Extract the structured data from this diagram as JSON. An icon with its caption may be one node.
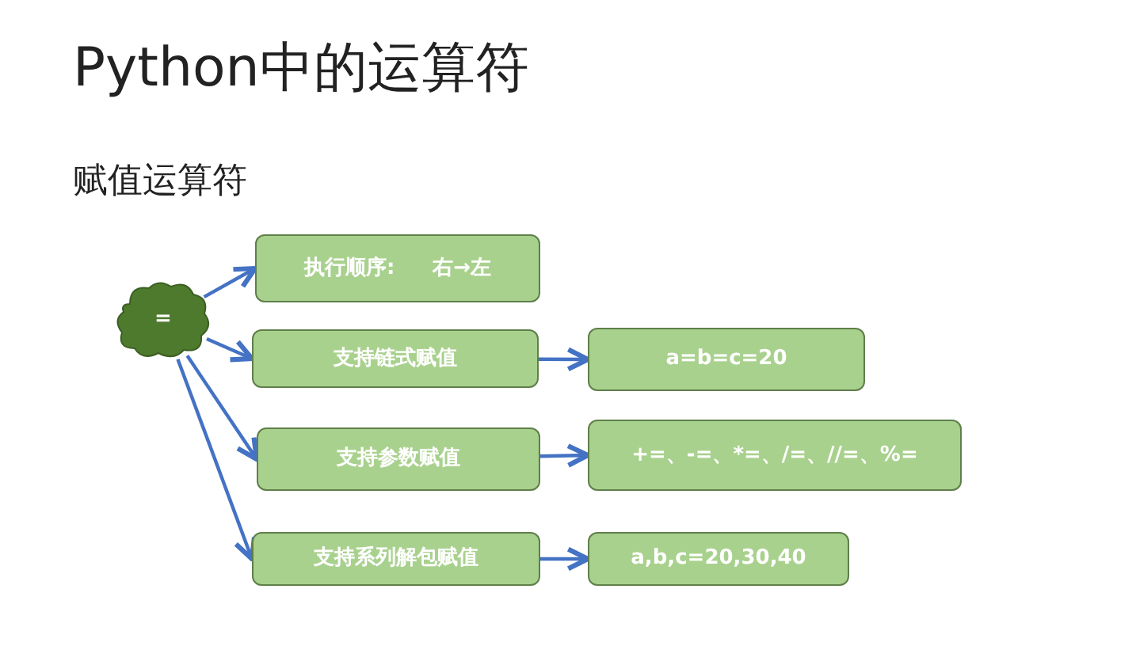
{
  "diagram": {
    "title": "Python中的运算符",
    "nodes": [
      {
        "text": [
          "="
        ]
      },
      {
        "text": [
          "执行顺序:",
          "右→左"
        ]
      },
      {
        "text": [
          "支持链式赋值"
        ]
      },
      {
        "text": [
          "a=b=c=20"
        ]
      },
      {
        "text": [
          "支持参数赋值"
        ]
      },
      {
        "text": [
          "+=、-=、*=、/=、//=、%="
        ]
      },
      {
        "text": [
          "支持系列解包赋值"
        ]
      },
      {
        "text": [
          "a,b,c=20,30,40"
        ]
      }
    ],
    "edges": [
      {
        "from": 0,
        "to": 1,
        "arrow": "to"
      },
      {
        "from": 0,
        "to": 2,
        "arrow": "to"
      },
      {
        "from": 0,
        "to": 4,
        "arrow": "to"
      },
      {
        "from": 0,
        "to": 6,
        "arrow": "to"
      },
      {
        "from": 2,
        "to": 3,
        "arrow": "to"
      },
      {
        "from": 4,
        "to": 5,
        "arrow": "to"
      },
      {
        "from": 6,
        "to": 7,
        "arrow": "to"
      }
    ],
    "labels": [
      "赋值运算符"
    ]
  }
}
